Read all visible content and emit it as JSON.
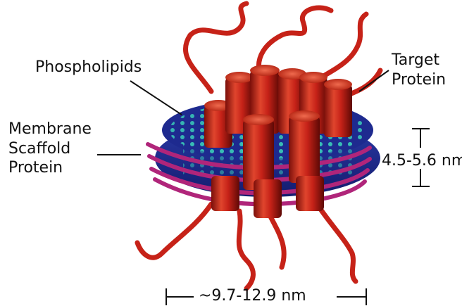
{
  "labels": {
    "phospholipids": "Phospholipids",
    "target_protein_line1": "Target",
    "target_protein_line2": "Protein",
    "membrane_line1": "Membrane",
    "membrane_line2": "Scaffold",
    "membrane_line3": "Protein",
    "height_dimension": "4.5-5.6 nm",
    "width_dimension": "~9.7-12.9 nm"
  },
  "colors": {
    "protein_red": "#c62218",
    "membrane_blue": "#1e2a8f",
    "lipid_head_teal": "#39c3b6",
    "scaffold_magenta": "#b0257a"
  }
}
